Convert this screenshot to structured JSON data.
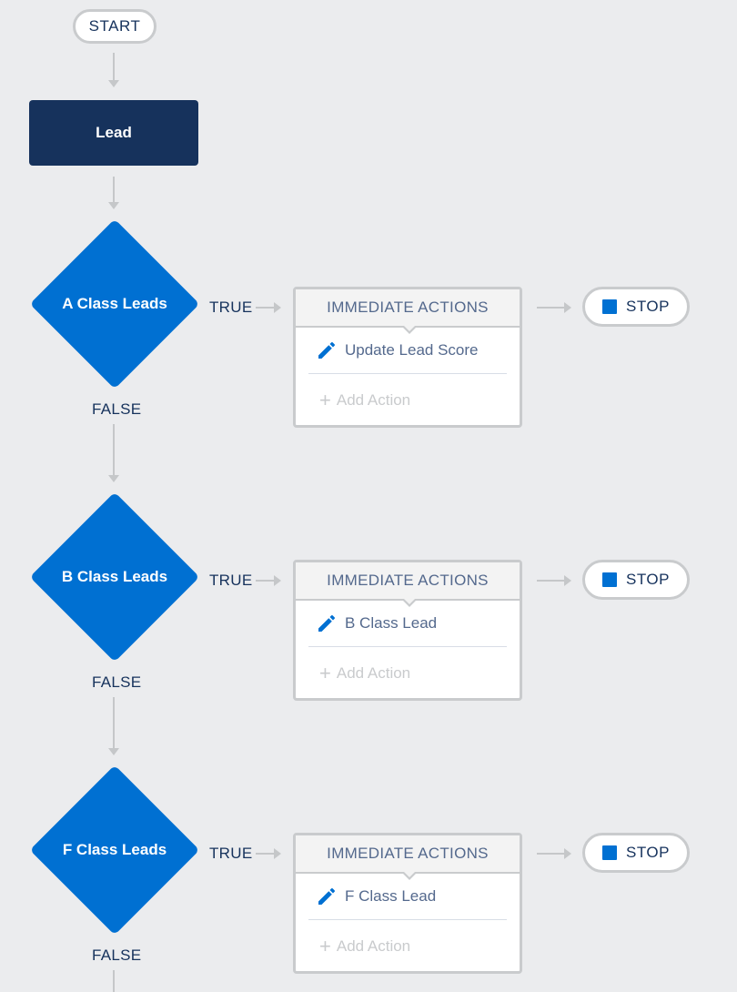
{
  "start": {
    "label": "START"
  },
  "object": {
    "label": "Lead"
  },
  "nodes": [
    {
      "condition": "A Class Leads",
      "true_label": "TRUE",
      "false_label": "FALSE",
      "actions_header": "IMMEDIATE ACTIONS",
      "action": "Update Lead Score",
      "add_action": "Add Action",
      "stop": "STOP"
    },
    {
      "condition": "B Class Leads",
      "true_label": "TRUE",
      "false_label": "FALSE",
      "actions_header": "IMMEDIATE ACTIONS",
      "action": "B Class Lead",
      "add_action": "Add Action",
      "stop": "STOP"
    },
    {
      "condition": "F Class Leads",
      "true_label": "TRUE",
      "false_label": "FALSE",
      "actions_header": "IMMEDIATE ACTIONS",
      "action": "F Class Lead",
      "add_action": "Add Action",
      "stop": "STOP"
    }
  ],
  "icons": {
    "action": "pencil-icon",
    "add": "plus-icon",
    "stop": "stop-square-icon"
  },
  "colors": {
    "background": "#ebecee",
    "object_navy": "#16325c",
    "decision_blue": "#0070d2",
    "connector_gray": "#c5c7c9",
    "border_gray": "#c9cbcd"
  }
}
